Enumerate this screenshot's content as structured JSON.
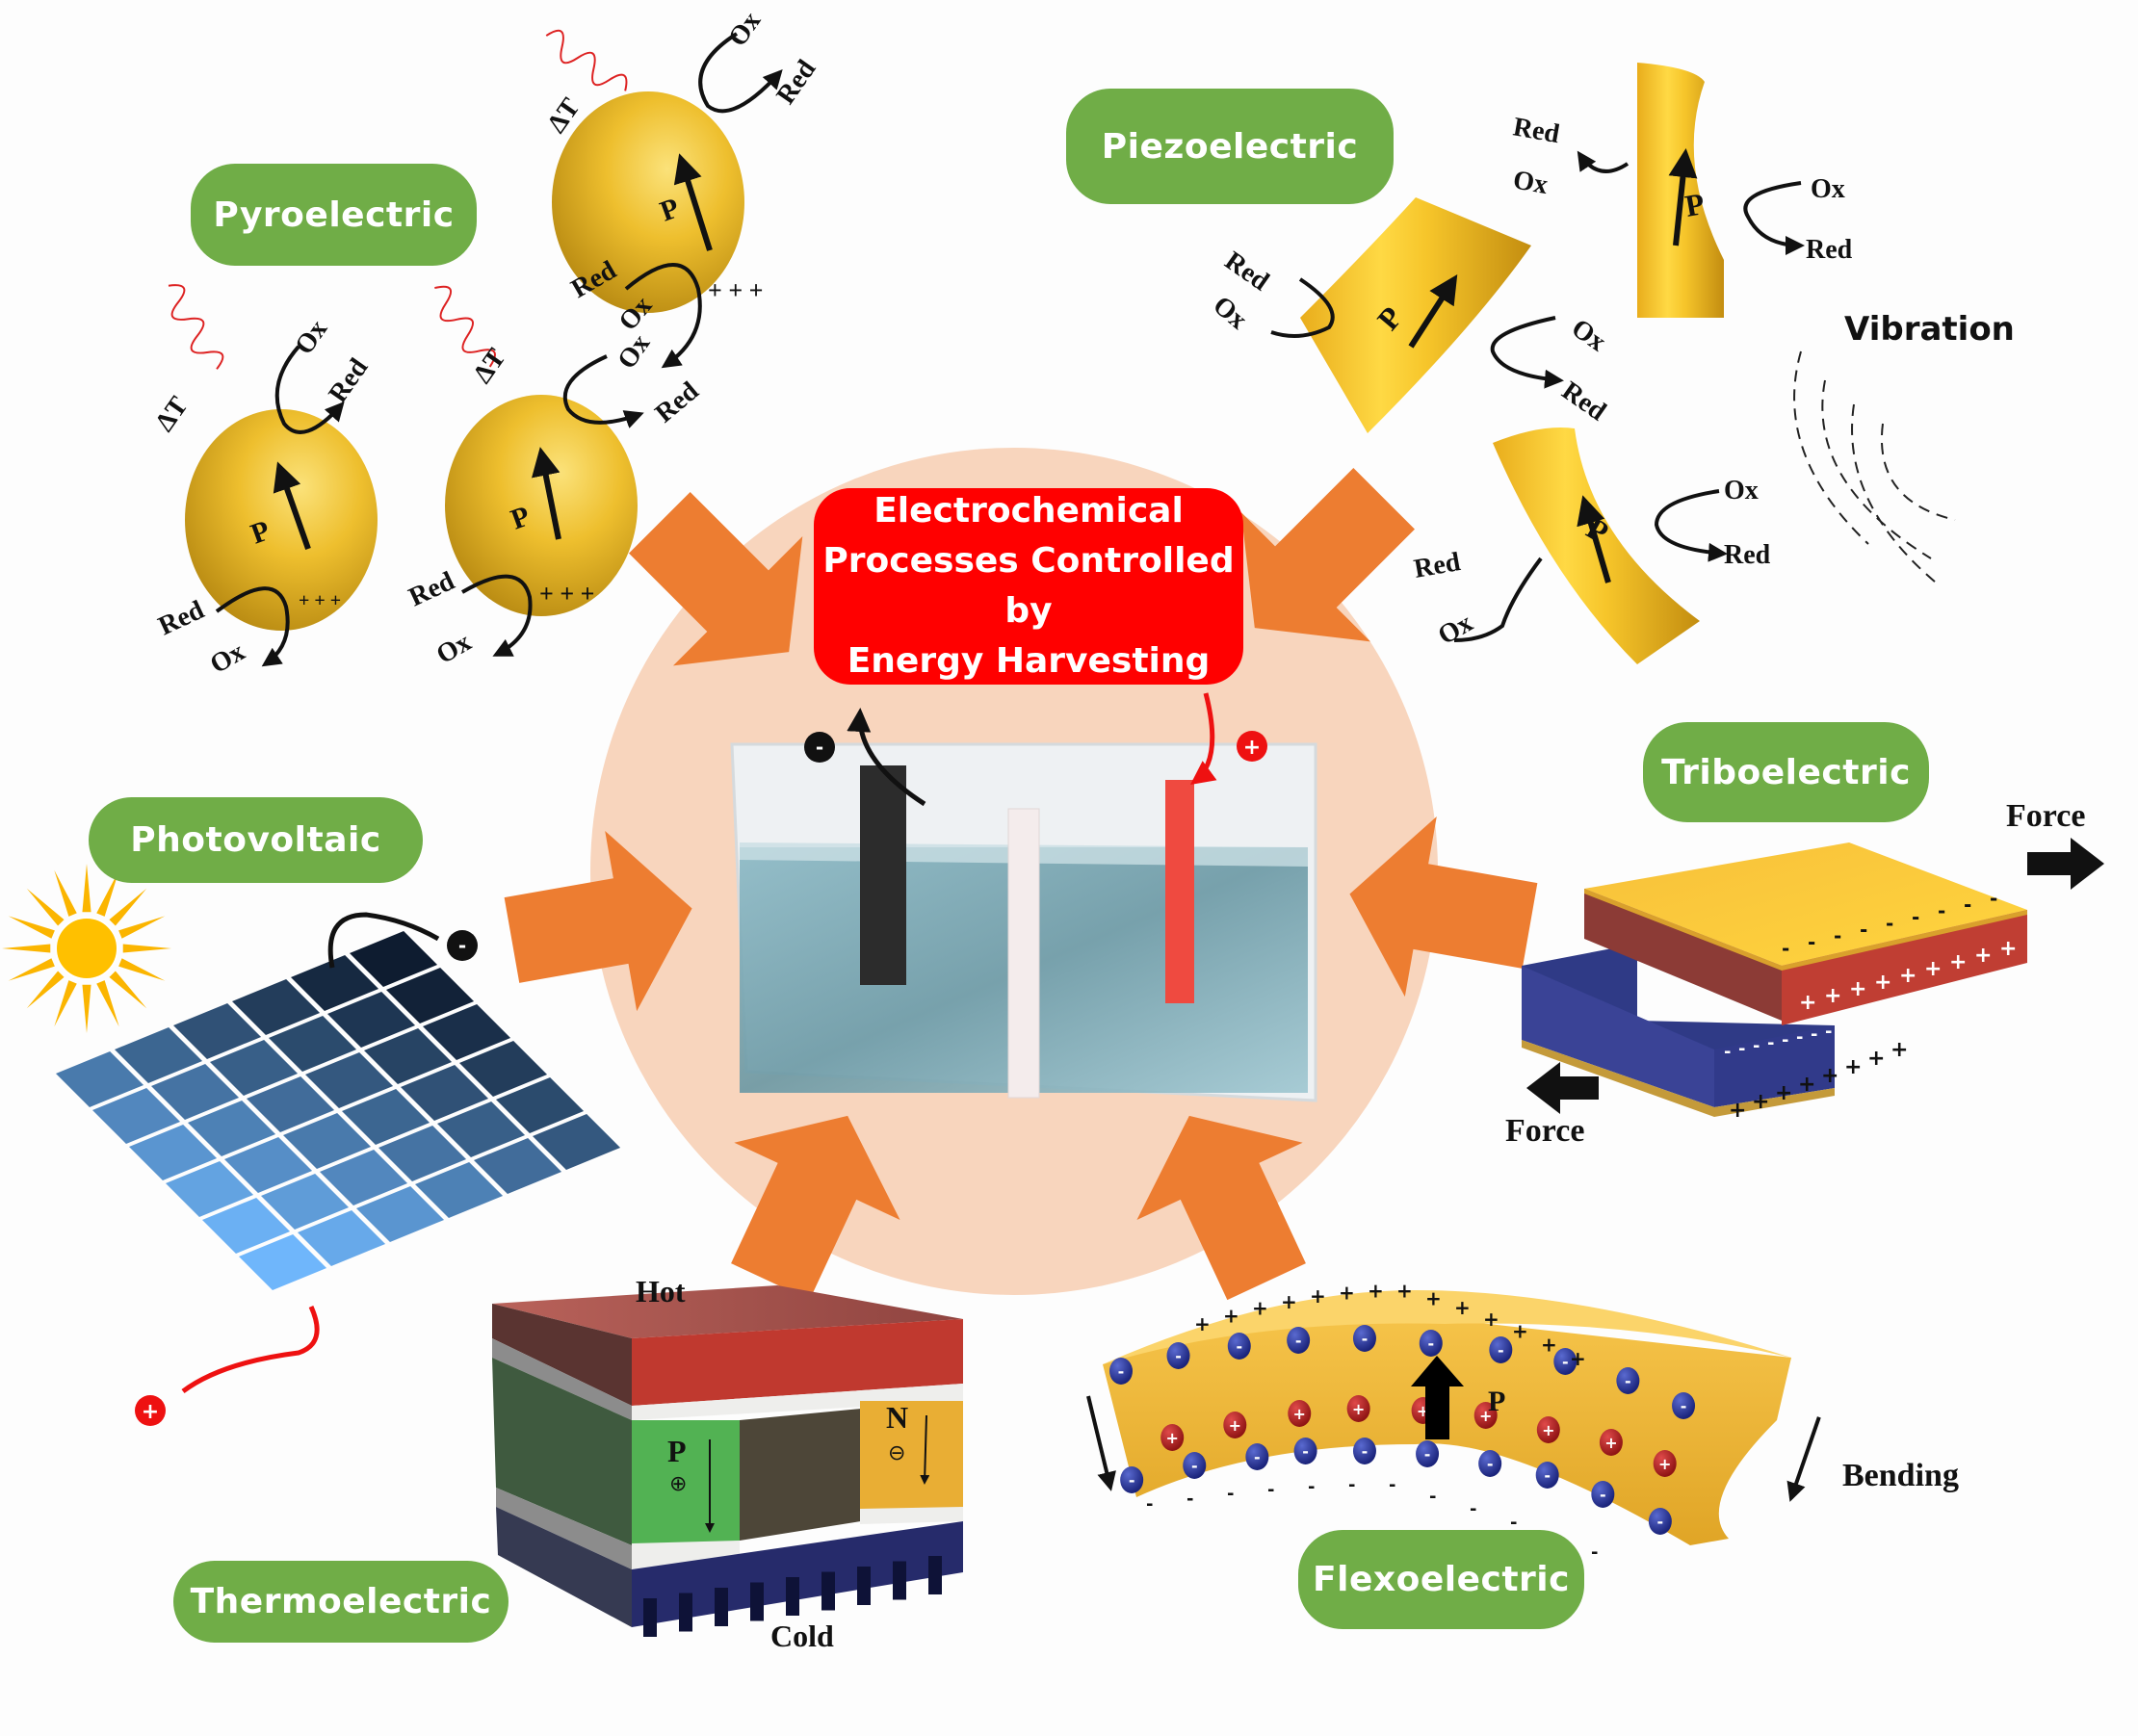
{
  "center": {
    "title_lines": [
      "Electrochemical",
      "Processes Controlled by",
      "Energy Harvesting"
    ],
    "negative_sign": "-",
    "positive_sign": "+"
  },
  "labels": {
    "pyroelectric": "Pyroelectric",
    "piezoelectric": "Piezoelectric",
    "photovoltaic": "Photovoltaic",
    "triboelectric": "Triboelectric",
    "thermoelectric": "Thermoelectric",
    "flexoelectric": "Flexoelectric"
  },
  "pyro": {
    "delta_t": "ΔT",
    "polarization": "P",
    "ox": "Ox",
    "red": "Red"
  },
  "piezo": {
    "polarization": "P",
    "ox": "Ox",
    "red": "Red",
    "vibration": "Vibration"
  },
  "photovoltaic": {
    "negative_sign": "-",
    "positive_sign": "+"
  },
  "thermo": {
    "hot": "Hot",
    "cold": "Cold",
    "p_type": "P",
    "n_type": "N",
    "p_charge": "⊕",
    "n_charge": "⊖"
  },
  "tribo": {
    "force_top": "Force",
    "force_bottom": "Force"
  },
  "flexo": {
    "polarization": "P",
    "bending": "Bending"
  },
  "colors": {
    "label_green": "#70ad47",
    "center_red": "#ff0000",
    "circle_peach": "#f8d5bd",
    "arrow_orange": "#ed7d31",
    "gold": "#e8b62a",
    "pv_blue": "#4f86c6",
    "pv_dark": "#0f1e33"
  }
}
